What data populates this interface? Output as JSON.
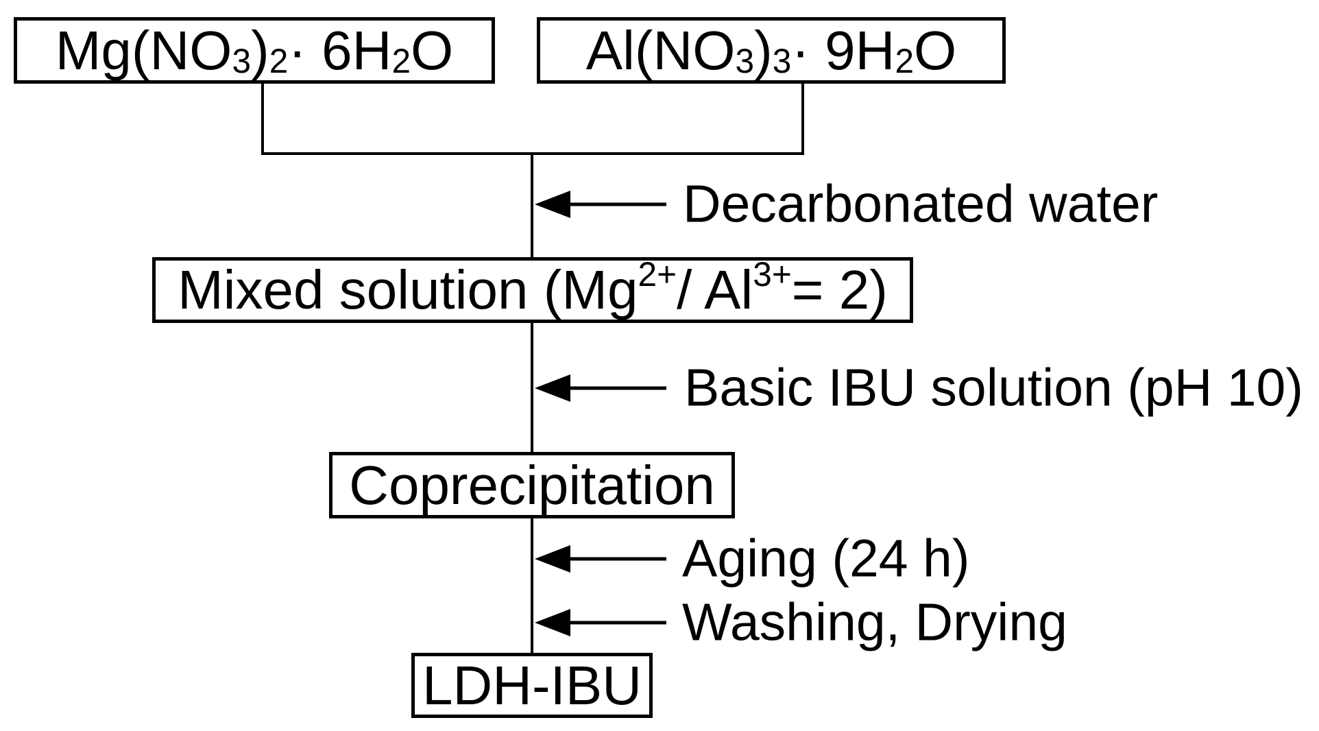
{
  "colors": {
    "ink": "#000000",
    "paper": "#ffffff"
  },
  "flowchart": {
    "boxes": {
      "mg_nitrate": {
        "segments": [
          {
            "t": "Mg(NO"
          },
          {
            "t": "3",
            "s": "sub"
          },
          {
            "t": ")"
          },
          {
            "t": "2",
            "s": "sub"
          },
          {
            "t": " · 6H"
          },
          {
            "t": "2",
            "s": "sub"
          },
          {
            "t": "O"
          }
        ]
      },
      "al_nitrate": {
        "segments": [
          {
            "t": "Al(NO"
          },
          {
            "t": "3",
            "s": "sub"
          },
          {
            "t": ")"
          },
          {
            "t": "3",
            "s": "sub"
          },
          {
            "t": " · 9H"
          },
          {
            "t": "2",
            "s": "sub"
          },
          {
            "t": "O"
          }
        ]
      },
      "mixed_solution": {
        "segments": [
          {
            "t": "Mixed solution (Mg"
          },
          {
            "t": "2+",
            "s": "sup"
          },
          {
            "t": " / Al"
          },
          {
            "t": "3+",
            "s": "sup"
          },
          {
            "t": " = 2)"
          }
        ]
      },
      "coprecipitation": {
        "segments": [
          {
            "t": "Coprecipitation"
          }
        ]
      },
      "ldh_ibu": {
        "segments": [
          {
            "t": "LDH-IBU"
          }
        ]
      }
    },
    "side_inputs": [
      {
        "label": "Decarbonated water"
      },
      {
        "label": "Basic IBU solution (pH 10)"
      },
      {
        "label": "Aging (24 h)"
      },
      {
        "label": "Washing, Drying"
      }
    ]
  }
}
